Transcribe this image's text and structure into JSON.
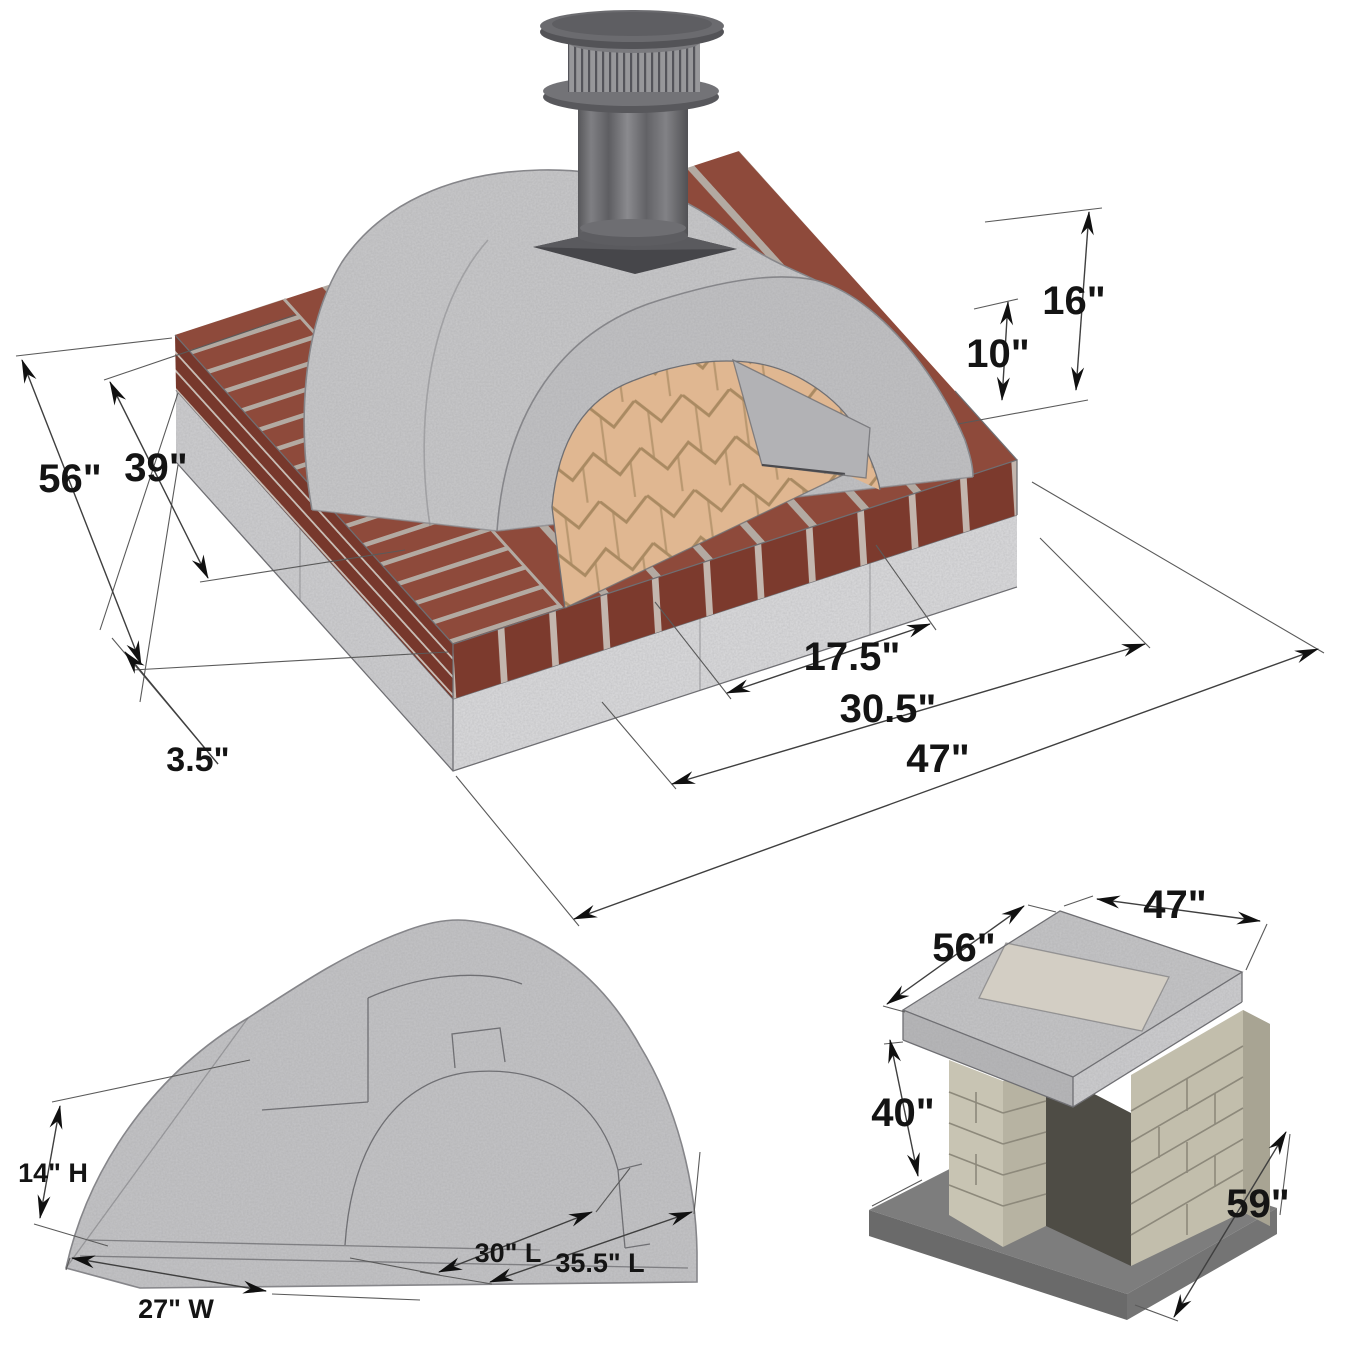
{
  "diagram": {
    "kind": "brick pizza oven dimensional drawing",
    "views": {
      "main": {
        "name": "assembled oven on hearth slab",
        "dims": {
          "outer_width": "56\"",
          "hearth_width": "39\"",
          "slab_thickness": "3.5\"",
          "dome_height": "16\"",
          "opening_height": "10\"",
          "opening_width": "17.5\"",
          "landing_depth": "30.5\"",
          "overall_depth": "47\""
        }
      },
      "shell": {
        "name": "oven dome shell cutaway",
        "dims": {
          "height": "14\" H",
          "width": "27\" W",
          "inner_length": "30\" L",
          "outer_length": "35.5\" L"
        }
      },
      "stand": {
        "name": "cinder block base with hearth slab",
        "dims": {
          "top_depth": "47\"",
          "top_width": "56\"",
          "stand_height": "40\"",
          "base_length": "59\""
        }
      }
    },
    "colors": {
      "brick_top": "#8e4a3b",
      "brick_face": "#7c3a2d",
      "mortar": "#b3aaa2",
      "concrete": "#d8d8d8",
      "dome_gray": "#c9c9cb",
      "floor_tan": "#e0b791",
      "floor_joint": "#aa8a62",
      "chimney_metal": "#616164",
      "block_beige": "#c8c4b3",
      "ground_slab": "#7d7d7d",
      "dim_text": "#141414"
    }
  }
}
